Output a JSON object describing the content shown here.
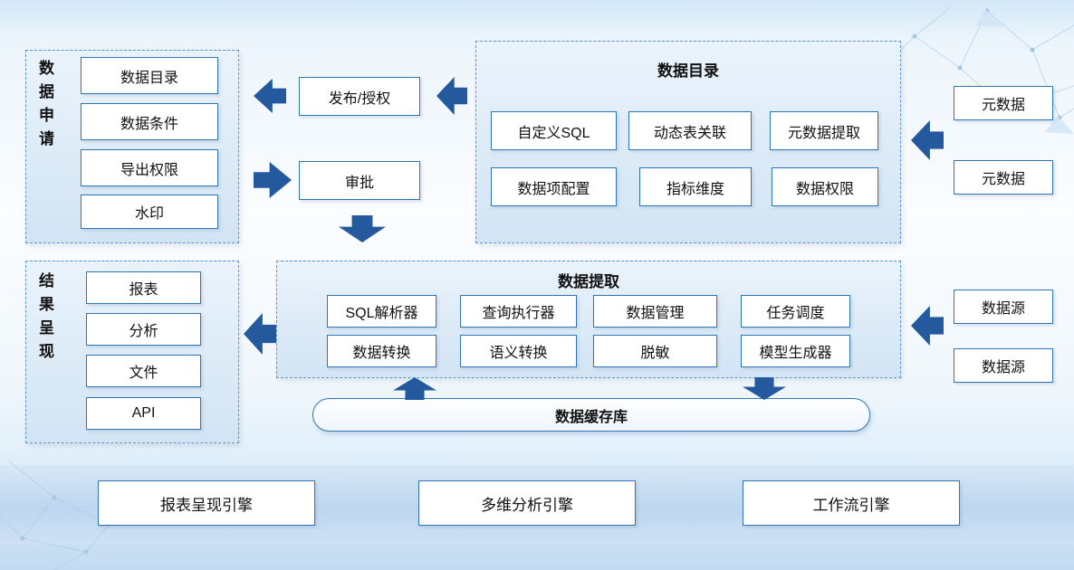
{
  "data_application": {
    "label": "数据申请",
    "items": [
      "数据目录",
      "数据条件",
      "导出权限",
      "水印"
    ]
  },
  "flow": {
    "publish_auth": "发布/授权",
    "approval": "审批"
  },
  "data_catalog": {
    "title": "数据目录",
    "items": [
      "自定义SQL",
      "动态表关联",
      "元数据提取",
      "数据项配置",
      "指标维度",
      "数据权限"
    ]
  },
  "metadata": {
    "items": [
      "元数据",
      "元数据"
    ]
  },
  "data_extraction": {
    "title": "数据提取",
    "items": [
      "SQL解析器",
      "查询执行器",
      "数据管理",
      "任务调度",
      "数据转换",
      "语义转换",
      "脱敏",
      "模型生成器"
    ]
  },
  "data_sources": {
    "items": [
      "数据源",
      "数据源"
    ]
  },
  "result_presentation": {
    "label": "结果呈现",
    "items": [
      "报表",
      "分析",
      "文件",
      "API"
    ]
  },
  "cache": {
    "label": "数据缓存库"
  },
  "engines": {
    "items": [
      "报表呈现引擎",
      "多维分析引擎",
      "工作流引擎"
    ]
  },
  "colors": {
    "arrow": "#24599E",
    "box_border": "#2E75B6",
    "dashed_border": "#5C96CF",
    "text": "#111111"
  }
}
